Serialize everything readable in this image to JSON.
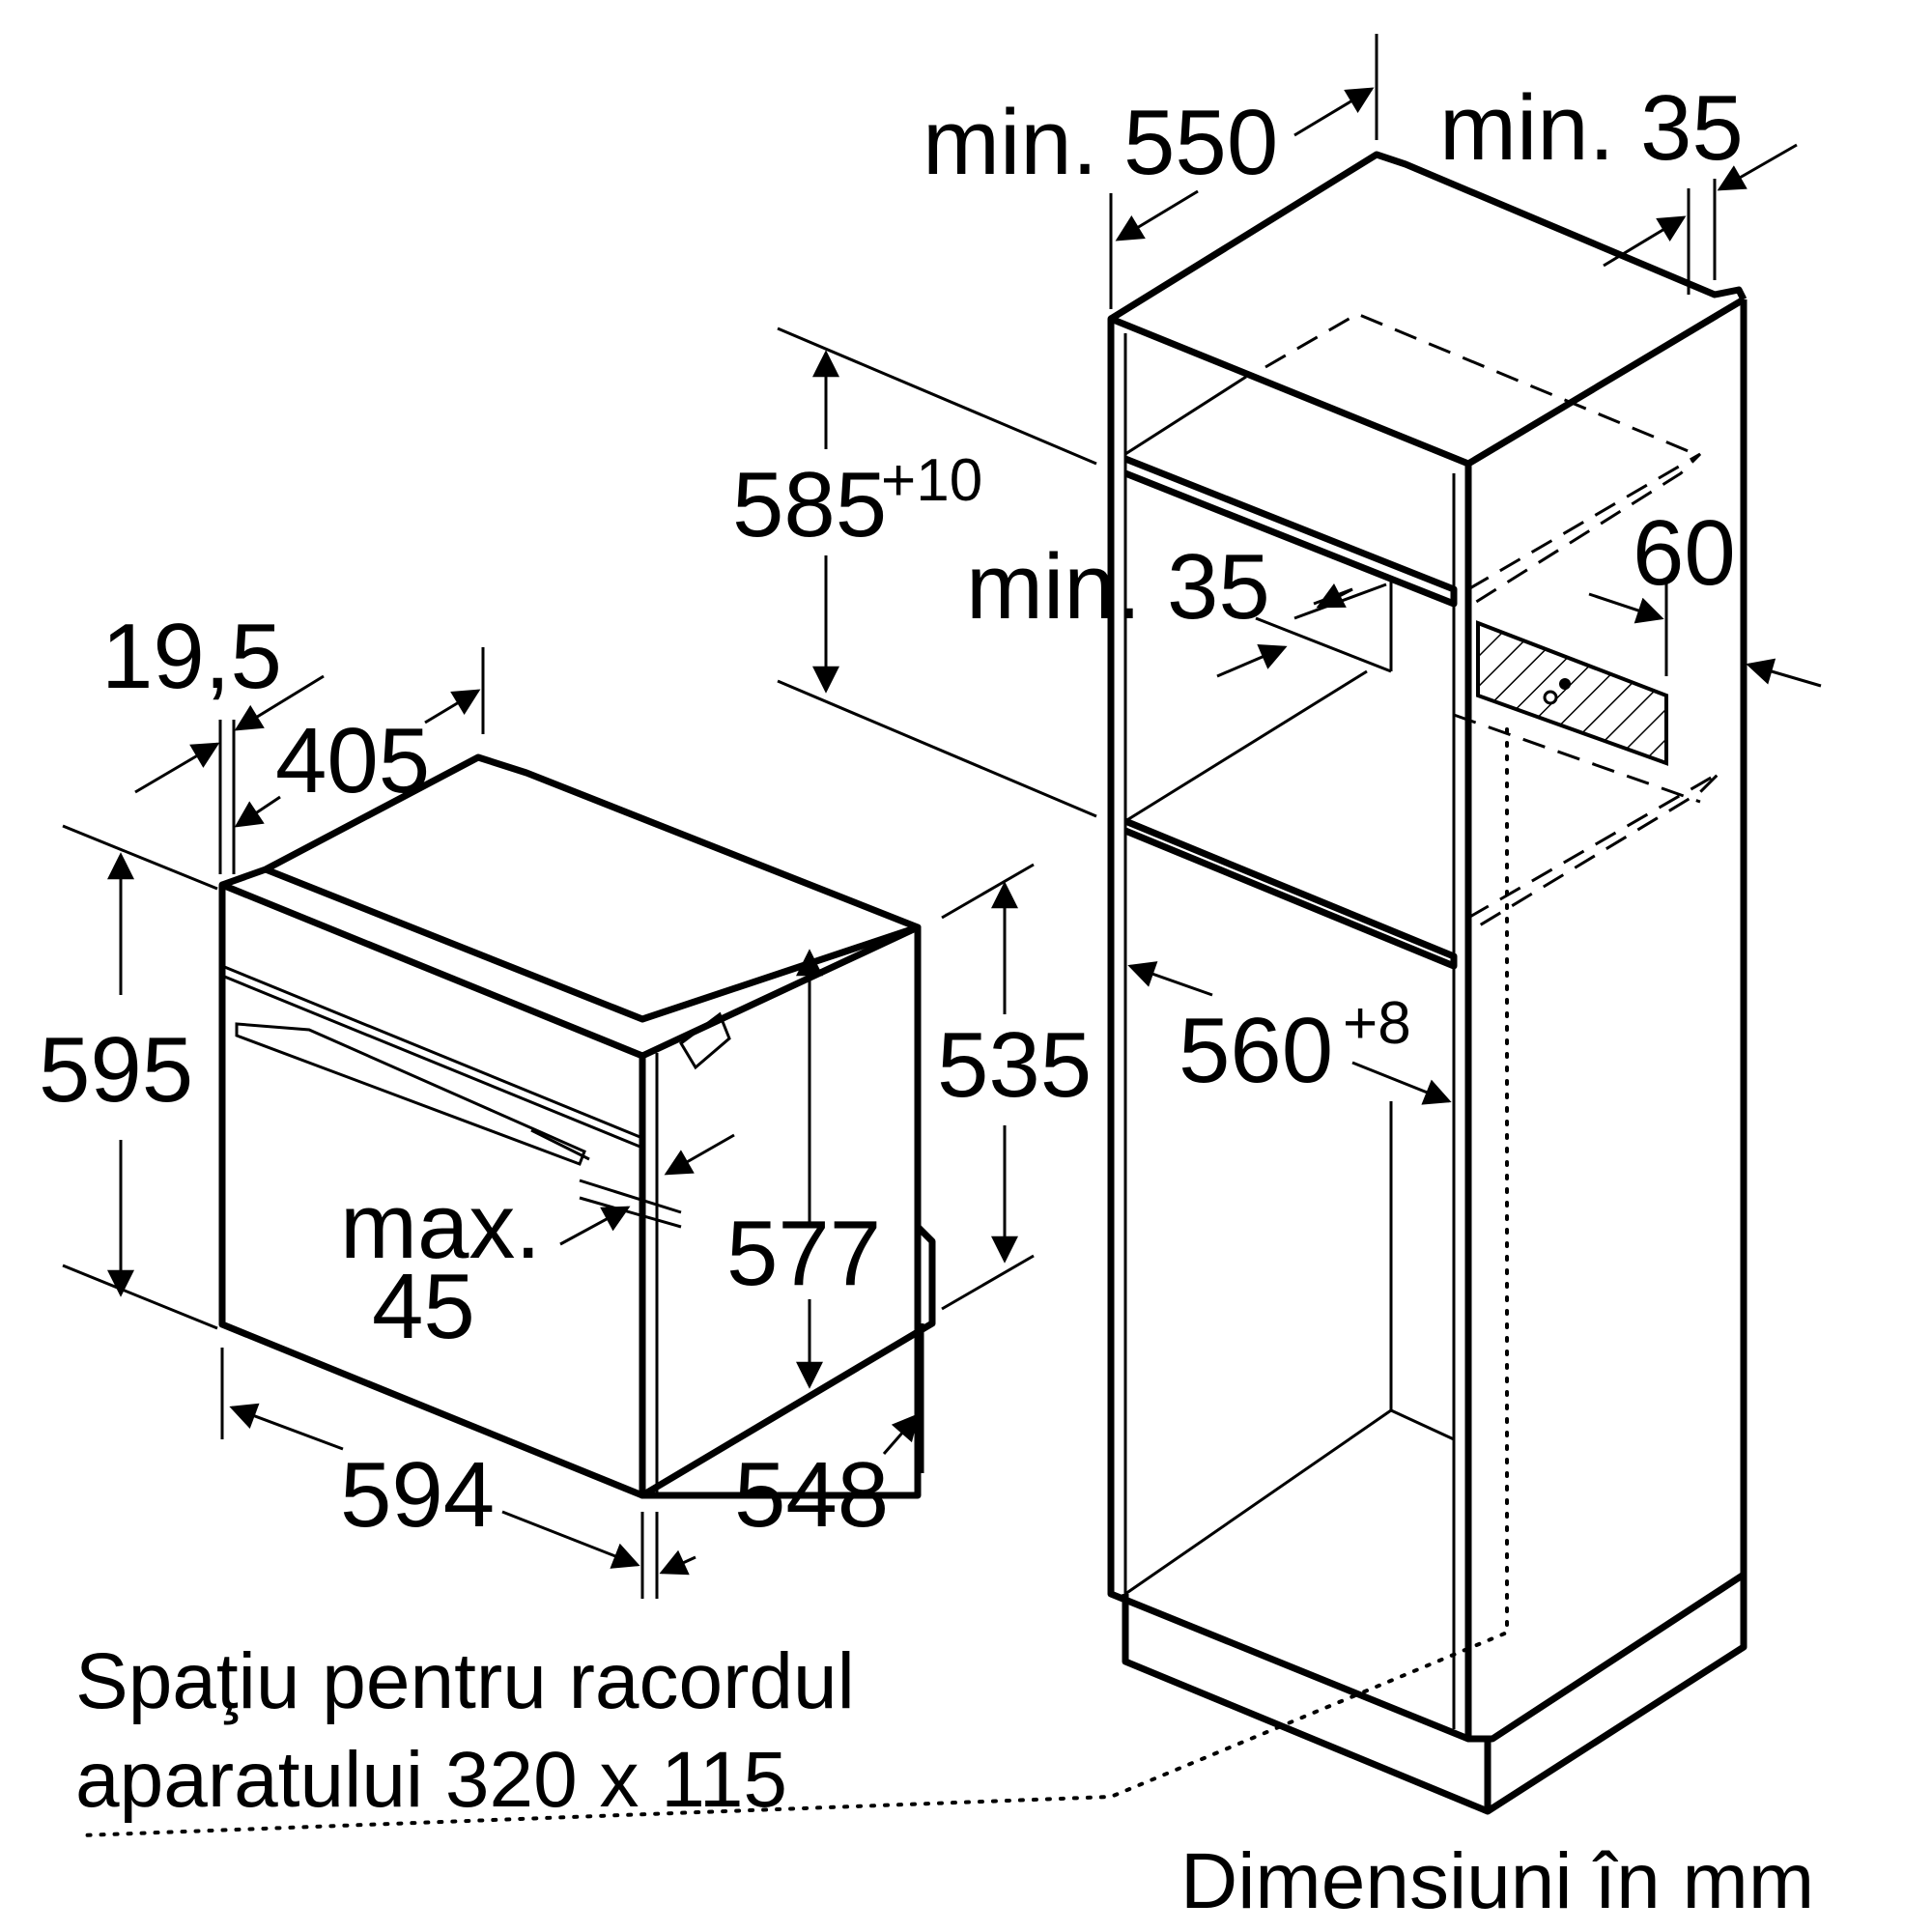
{
  "oven": {
    "dim_flange": "19,5",
    "dim_flange_width": "405",
    "dim_height": "595",
    "dim_height_body": "535",
    "dim_inner_height": "577",
    "dim_max_label": "max.",
    "dim_max_value": "45",
    "dim_width": "594",
    "dim_depth": "548"
  },
  "cabinet": {
    "dim_min_depth": "min. 550",
    "dim_min_top_gap": "min. 35",
    "dim_niche_height": "585",
    "dim_niche_height_tol": "+10",
    "dim_min_side_gap": "min. 35",
    "dim_vent": "60",
    "dim_niche_width": "560",
    "dim_niche_width_tol": "+8"
  },
  "notes": {
    "connection_line1": "Spaţiu pentru racordul",
    "connection_line2": "aparatului 320 x 115",
    "units": "Dimensiuni în mm"
  }
}
